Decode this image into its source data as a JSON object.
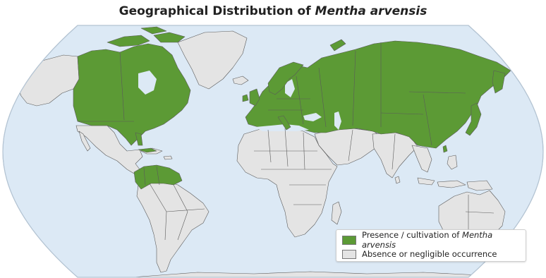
{
  "title": {
    "prefix": "Geographical Distribution of ",
    "species": "Mentha arvensis"
  },
  "colors": {
    "presence": "#5c9a35",
    "absence": "#e4e4e4",
    "ocean": "#dce9f5",
    "border": "#5a5a5a"
  },
  "legend": {
    "presence_label": "Presence / cultivation of ",
    "presence_species": "Mentha arvensis",
    "absence_label": "Absence or negligible occurrence"
  }
}
